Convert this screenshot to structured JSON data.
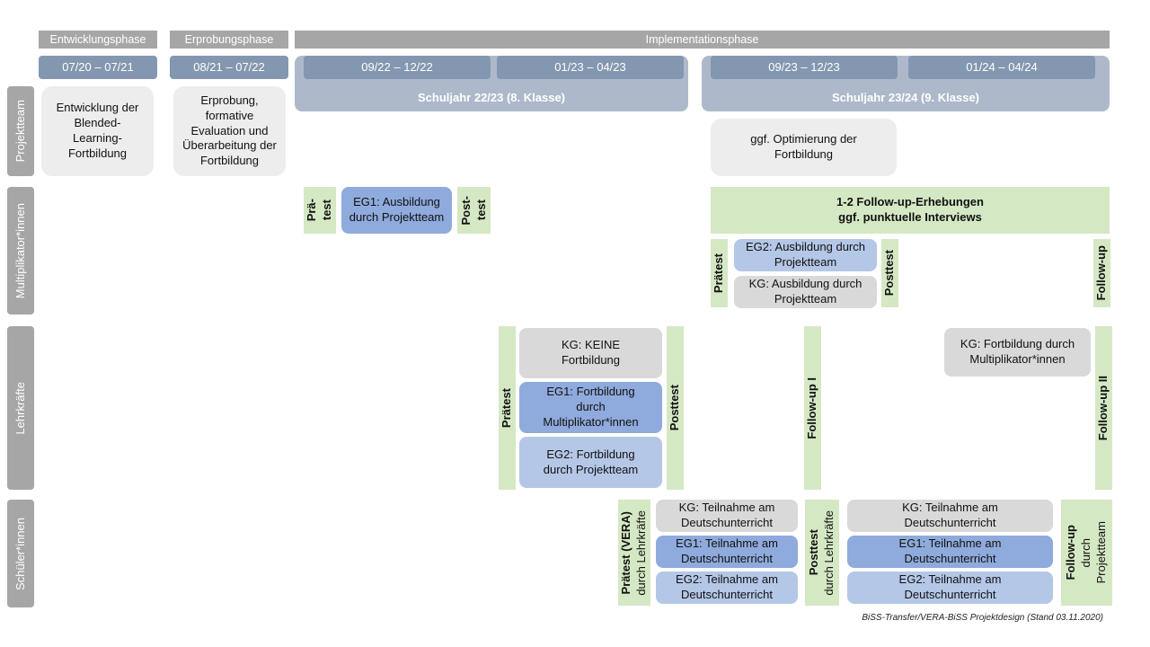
{
  "phases": [
    "Entwicklungsphase",
    "Erprobungsphase",
    "Implementationsphase"
  ],
  "dates": [
    "07/20 – 07/21",
    "08/21 – 07/22",
    "09/22 – 12/22",
    "01/23 – 04/23",
    "09/23 – 12/23",
    "01/24 – 04/24"
  ],
  "schoolyears": [
    "Schuljahr 22/23 (8. Klasse)",
    "Schuljahr 23/24 (9. Klasse)"
  ],
  "rows": [
    "Projektteam",
    "Multiplikator*innen",
    "Lehrkräfte",
    "Schüler*innen"
  ],
  "projektteam": [
    "Entwicklung der Blended-Learning-Fortbildung",
    "Erprobung, formative Evaluation und Überarbeitung der Fortbildung",
    "ggf. Optimierung der Fortbildung"
  ],
  "multi": {
    "pre1a": "Prä-",
    "pre1b": "test",
    "eg1": "EG1: Ausbildung durch Projektteam",
    "post1a": "Post-",
    "post1b": "test",
    "follow_big1": "1-2 Follow-up-Erhebungen",
    "follow_big2": "ggf. punktuelle Interviews",
    "pre2": "Prätest",
    "eg2": "EG2: Ausbildung durch Projektteam",
    "kg": "KG: Ausbildung durch Projektteam",
    "post2": "Posttest",
    "follow": "Follow-up"
  },
  "lehr": {
    "pre": "Prätest",
    "kg": "KG: KEINE Fortbildung",
    "eg1": "EG1: Fortbildung durch Multiplikator*innen",
    "eg2": "EG2: Fortbildung durch Projektteam",
    "post": "Posttest",
    "fu1": "Follow-up I",
    "kg2": "KG: Fortbildung durch Multiplikator*innen",
    "fu2": "Follow-up II"
  },
  "schueler": {
    "pre": "Prätest (VERA)",
    "pre_sub": "durch Lehrkräfte",
    "kg": "KG: Teilnahme am Deutschunterricht",
    "eg1": "EG1: Teilnahme am Deutschunterricht",
    "eg2": "EG2: Teilnahme am Deutschunterricht",
    "post": "Posttest",
    "post_sub": "durch Lehrkräfte",
    "fu": "Follow-up",
    "fu_sub1": "durch",
    "fu_sub2": "Projektteam"
  },
  "footer": "BiSS-Transfer/VERA-BiSS Projektdesign (Stand 03.11.2020)"
}
